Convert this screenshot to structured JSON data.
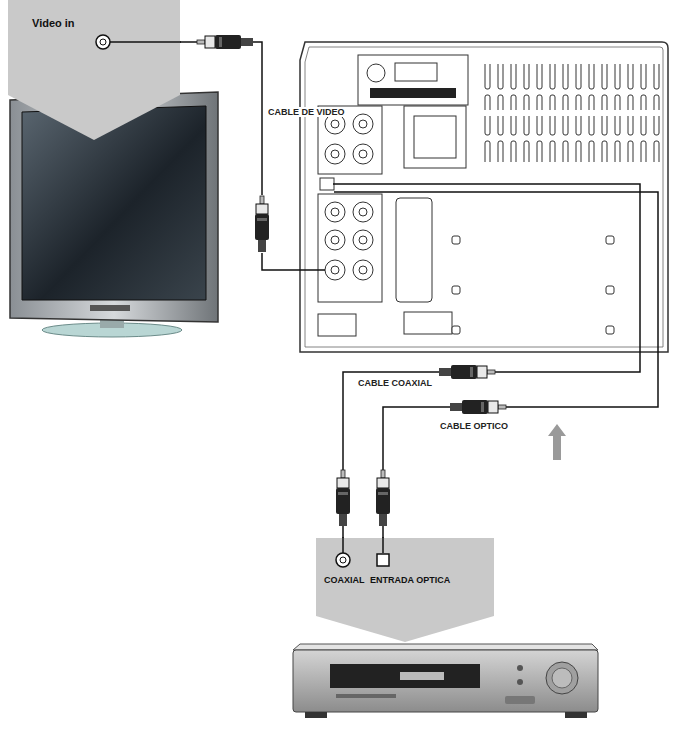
{
  "diagram": {
    "nodes": [
      {
        "text": [
          "Video in"
        ]
      },
      {
        "text": [
          "COAXIAL",
          "ENTRADA OPTICA"
        ]
      }
    ],
    "labels": [
      "CABLE DE VIDEO",
      "CABLE COAXIAL",
      "CABLE OPTICO"
    ]
  }
}
